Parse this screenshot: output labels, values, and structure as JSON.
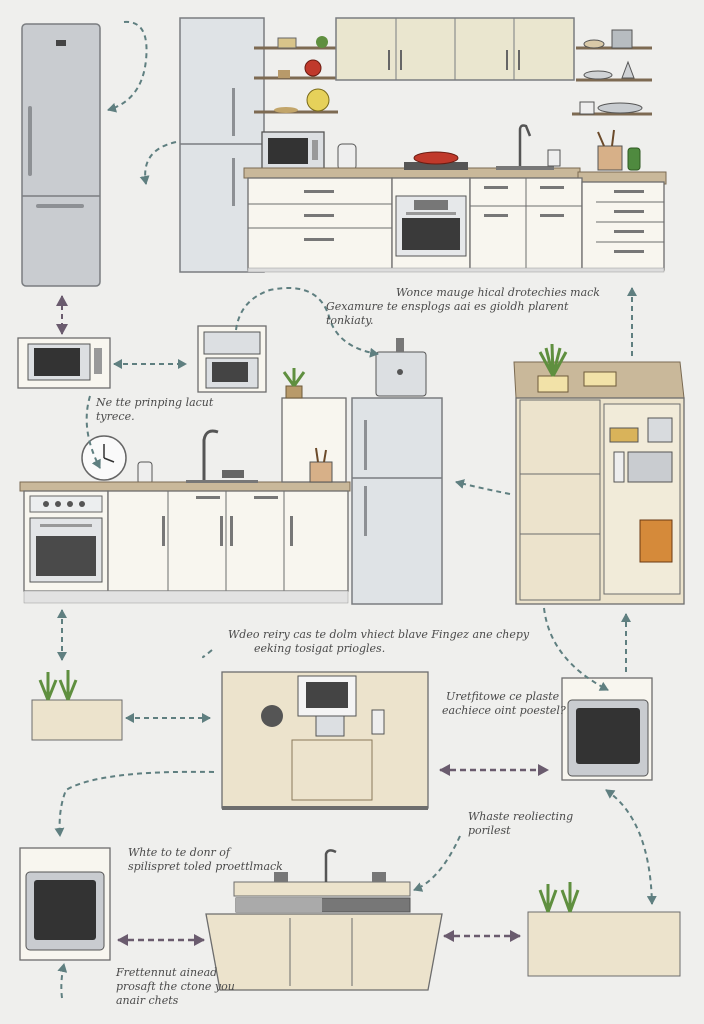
{
  "colors": {
    "background": "#efefed",
    "cabinet": "#f8f6ef",
    "counter": "#c9b89a",
    "steel": "#c9ccd0",
    "steel_dark": "#a9adb2",
    "beige": "#ece3cc",
    "wall_cabinet": "#eae6cf",
    "outline": "#6d6d6d",
    "arrow_teal": "#5f7f80",
    "arrow_purple": "#6a5b6e",
    "plant": "#5f8f3f",
    "plant_pot": "#b89a6a"
  },
  "annotations": {
    "top_right": {
      "line1": "Wonce mauge hical drotechies mack",
      "line2": "Gexamure te ensplogs aai es gioldh plarent",
      "line3": "tonkiaty."
    },
    "left_mid": {
      "line1": "Ne tte prinping lacut",
      "line2": "tyrece."
    },
    "center_mid": {
      "line1": "Wdeo reiry cas te dolm vhiect blave Fingez ane chepy",
      "line2": "eeking tosigat priogles."
    },
    "right_mid": {
      "line1": "Uretfitowe ce plaste",
      "line2": "eachiece oint poestel?"
    },
    "right_lower": {
      "line1": "Whaste reoliecting",
      "line2": "porilest"
    },
    "lower_left": {
      "line1": "Whte to te donr of",
      "line2": "spilispret toled proettlmack"
    },
    "bottom_left": {
      "line1": "Frettennut ainead",
      "line2": "prosaft the ctone you",
      "line3": "anair chets"
    }
  },
  "icons": [
    "refrigerator-icon",
    "microwave-icon",
    "oven-icon",
    "plant-icon",
    "sink-faucet-icon",
    "wall-clock-icon",
    "dashed-arrow-icon"
  ]
}
